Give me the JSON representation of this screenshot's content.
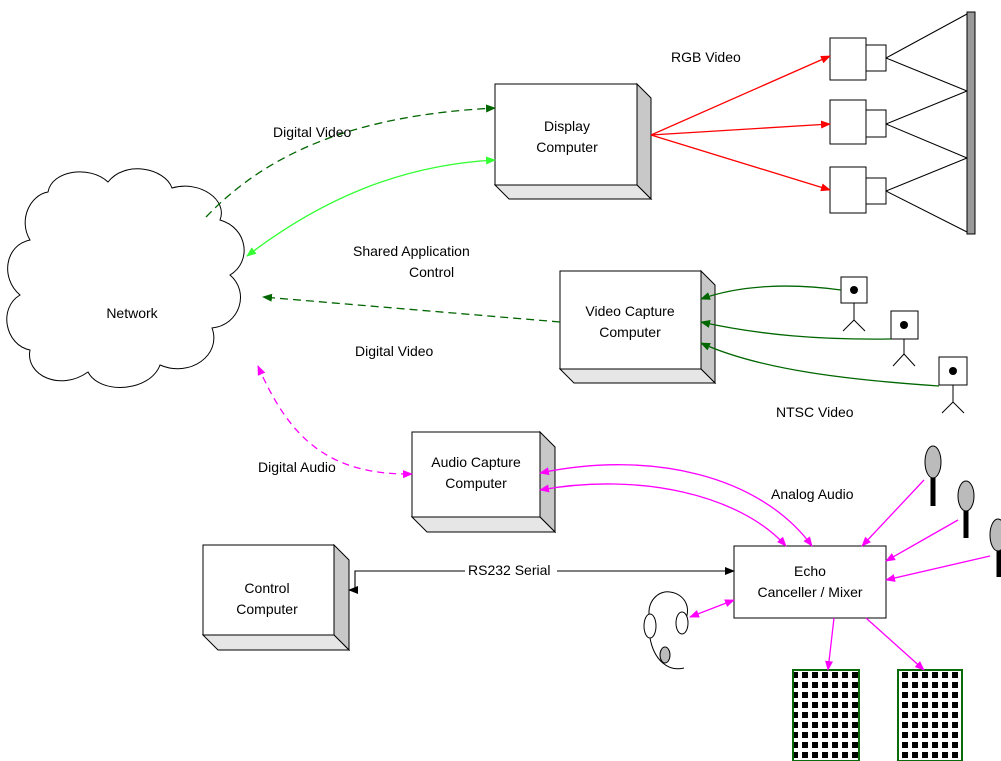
{
  "nodes": {
    "network": "Network",
    "display_computer": [
      "Display",
      "Computer"
    ],
    "video_capture_computer": [
      "Video Capture",
      "Computer"
    ],
    "audio_capture_computer": [
      "Audio Capture",
      "Computer"
    ],
    "control_computer": [
      "Control",
      "Computer"
    ],
    "echo_canceller": [
      "Echo",
      "Canceller / Mixer"
    ]
  },
  "labels": {
    "rgb_video": "RGB Video",
    "digital_video_top": "Digital Video",
    "shared_application_control": [
      "Shared Application",
      "Control"
    ],
    "digital_video_bottom": "Digital Video",
    "ntsc_video": "NTSC Video",
    "digital_audio": "Digital Audio",
    "analog_audio": "Analog Audio",
    "rs232_serial": "RS232 Serial"
  },
  "colors": {
    "rgb_video": "#ff0000",
    "digital_video": "#006600",
    "shared_control": "#33ff33",
    "ntsc_video": "#006600",
    "audio": "#ff00ff",
    "box_side": "#c8c8c8",
    "box_top": "#e6e6e6",
    "mic": "#bbbbbb"
  }
}
